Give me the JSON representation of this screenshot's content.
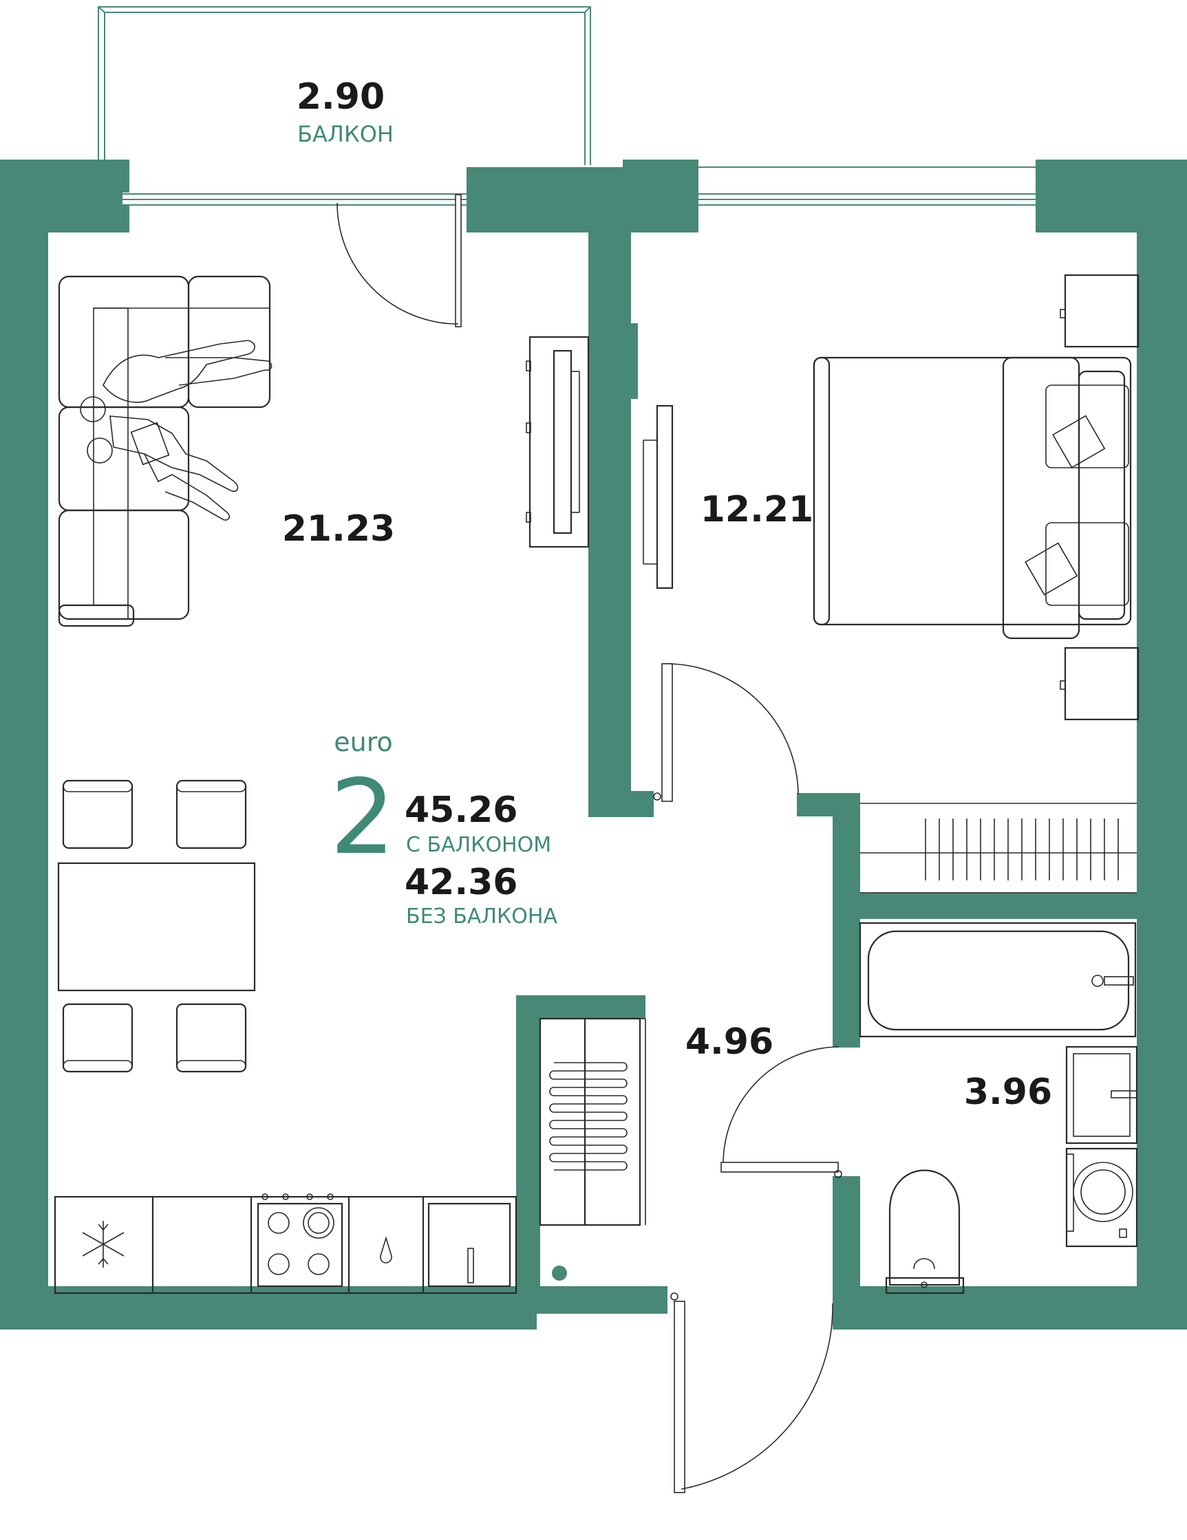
{
  "apartment": {
    "type_label": "euro",
    "rooms": "2",
    "area_with_balcony": "45.26",
    "area_with_balcony_label": "С БАЛКОНОМ",
    "area_without_balcony": "42.36",
    "area_without_balcony_label": "БЕЗ БАЛКОНА"
  },
  "rooms": {
    "balcony": {
      "area": "2.90",
      "label": "БАЛКОН"
    },
    "living_kitchen": {
      "area": "21.23"
    },
    "bedroom": {
      "area": "12.21"
    },
    "hallway": {
      "area": "4.96"
    },
    "bathroom": {
      "area": "3.96"
    }
  },
  "colors": {
    "wall": "#488877",
    "label_accent": "#3f8a76",
    "line": "#2a2a2a"
  }
}
